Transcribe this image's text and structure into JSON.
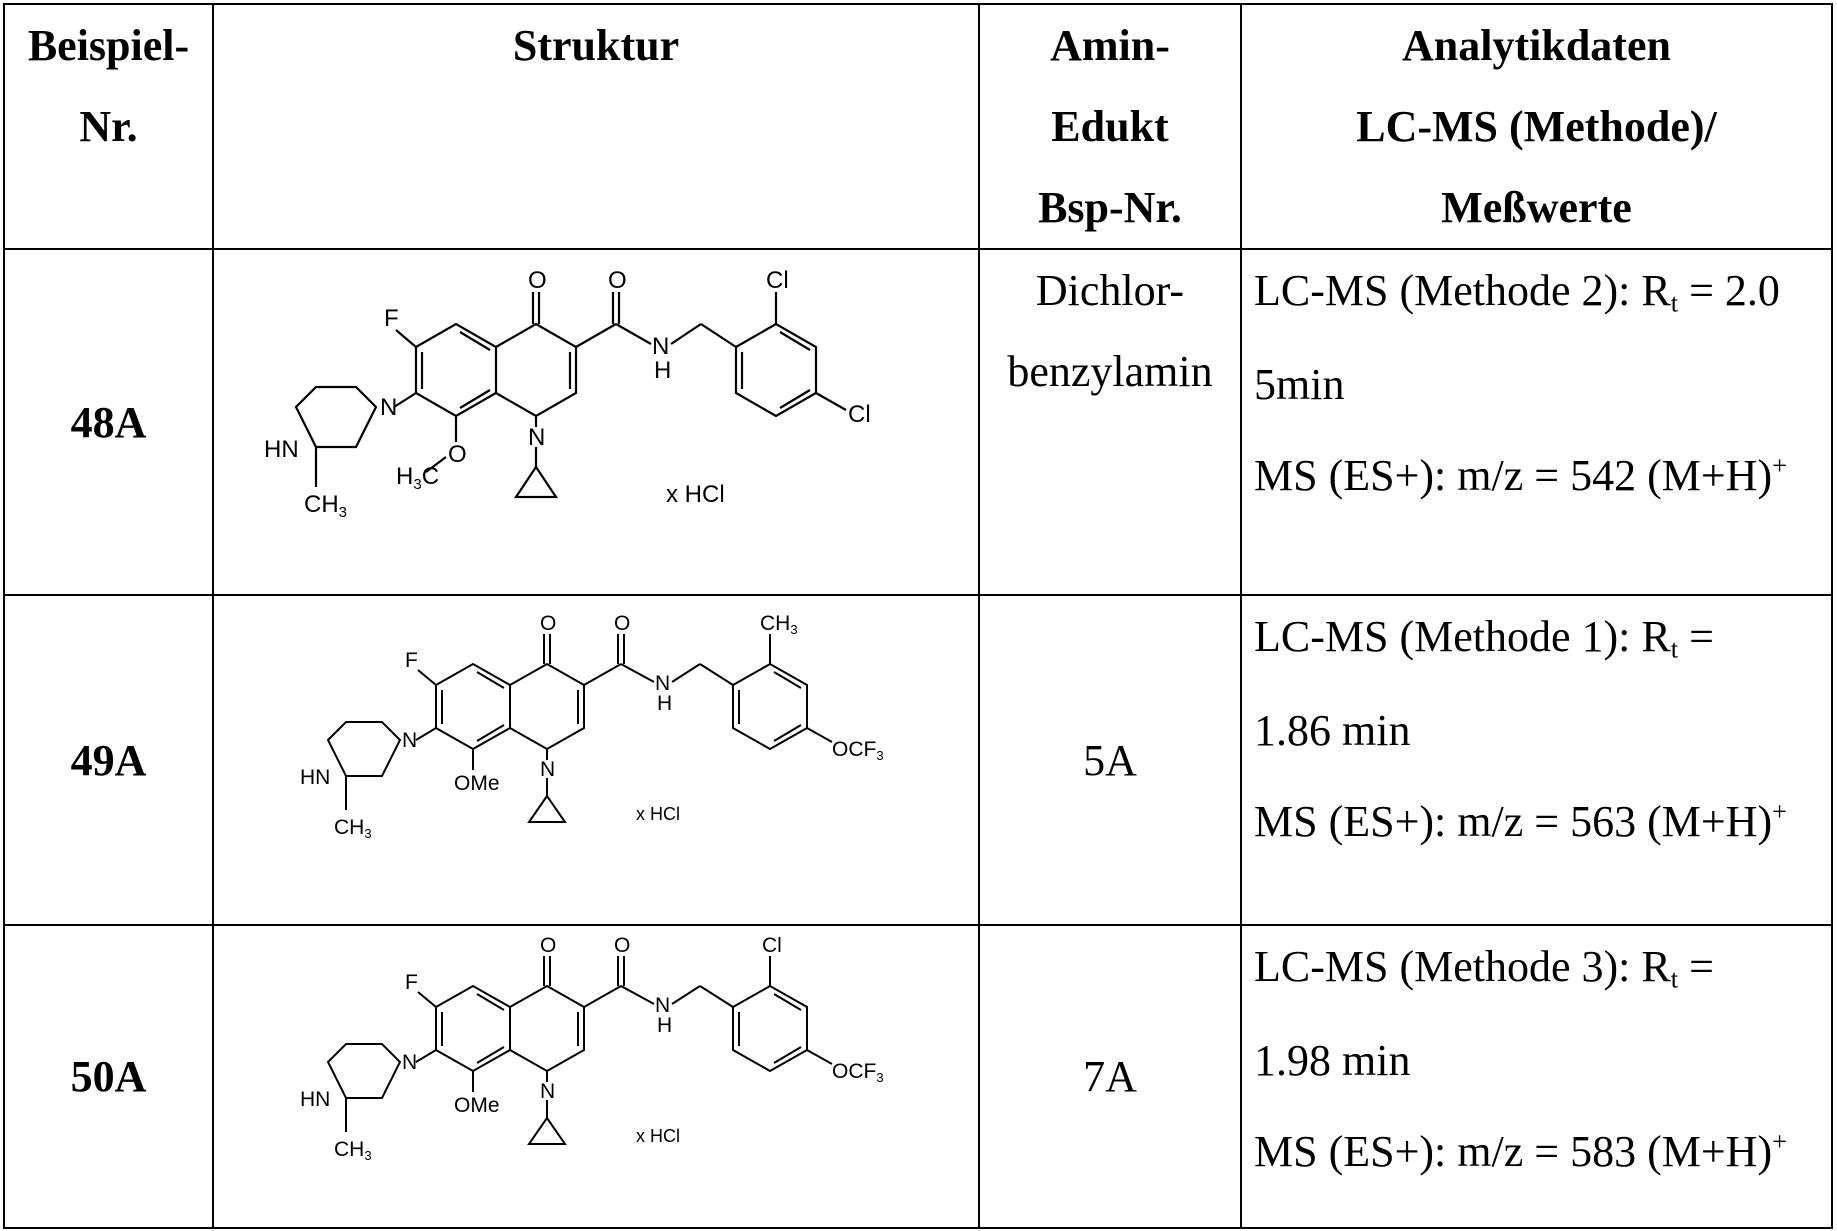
{
  "headers": {
    "beispiel": [
      "Beispiel-",
      "Nr."
    ],
    "struktur": "Struktur",
    "amin": [
      "Amin-",
      "Edukt",
      "Bsp-Nr."
    ],
    "analytik": [
      "Analytikdaten",
      "LC-MS (Methode)/",
      "Meßwerte"
    ]
  },
  "rows": [
    {
      "number": "48A",
      "amin": [
        "Dichlor-",
        "benzylamin"
      ],
      "lcms_prefix": "LC-MS (Methode 2): R",
      "rt_sub": "t",
      "rt_value": " = 2.0",
      "rt_line2": "5min",
      "ms": "MS (ES+): m/z = 542 (M+H)",
      "ms_sup": "+",
      "structure": {
        "F": "F",
        "N1": "N",
        "N2": "N",
        "HN": "HN",
        "O_top": "O",
        "O_amide": "O",
        "NH": "N",
        "H": "H",
        "methoxy": "H",
        "methoxy_sub": "3",
        "methoxy_C": "C",
        "methoxy_O": "O",
        "methyl": "CH",
        "methyl_sub": "3",
        "sub1": "Cl",
        "sub2": "Cl",
        "salt": "x HCl"
      }
    },
    {
      "number": "49A",
      "amin": [
        "5A"
      ],
      "lcms_prefix": "LC-MS (Methode 1): R",
      "rt_sub": "t",
      "rt_value": " =",
      "rt_line2": "1.86 min",
      "ms": "MS (ES+): m/z = 563 (M+H)",
      "ms_sup": "+",
      "structure": {
        "F": "F",
        "N1": "N",
        "N2": "N",
        "HN": "HN",
        "O_top": "O",
        "O_amide": "O",
        "NH": "N",
        "H": "H",
        "methoxy": "OMe",
        "methyl": "CH",
        "methyl_sub": "3",
        "sub1": "CH",
        "sub1_sub": "3",
        "sub2": "OCF",
        "sub2_sub": "3",
        "salt": "x HCl"
      }
    },
    {
      "number": "50A",
      "amin": [
        "7A"
      ],
      "lcms_prefix": "LC-MS (Methode 3): R",
      "rt_sub": "t",
      "rt_value": " =",
      "rt_line2": "1.98 min",
      "ms": "MS (ES+): m/z = 583 (M+H)",
      "ms_sup": "+",
      "structure": {
        "F": "F",
        "N1": "N",
        "N2": "N",
        "HN": "HN",
        "O_top": "O",
        "O_amide": "O",
        "NH": "N",
        "H": "H",
        "methoxy": "OMe",
        "methyl": "CH",
        "methyl_sub": "3",
        "sub1": "Cl",
        "sub2": "OCF",
        "sub2_sub": "3",
        "salt": "x HCl"
      }
    }
  ]
}
